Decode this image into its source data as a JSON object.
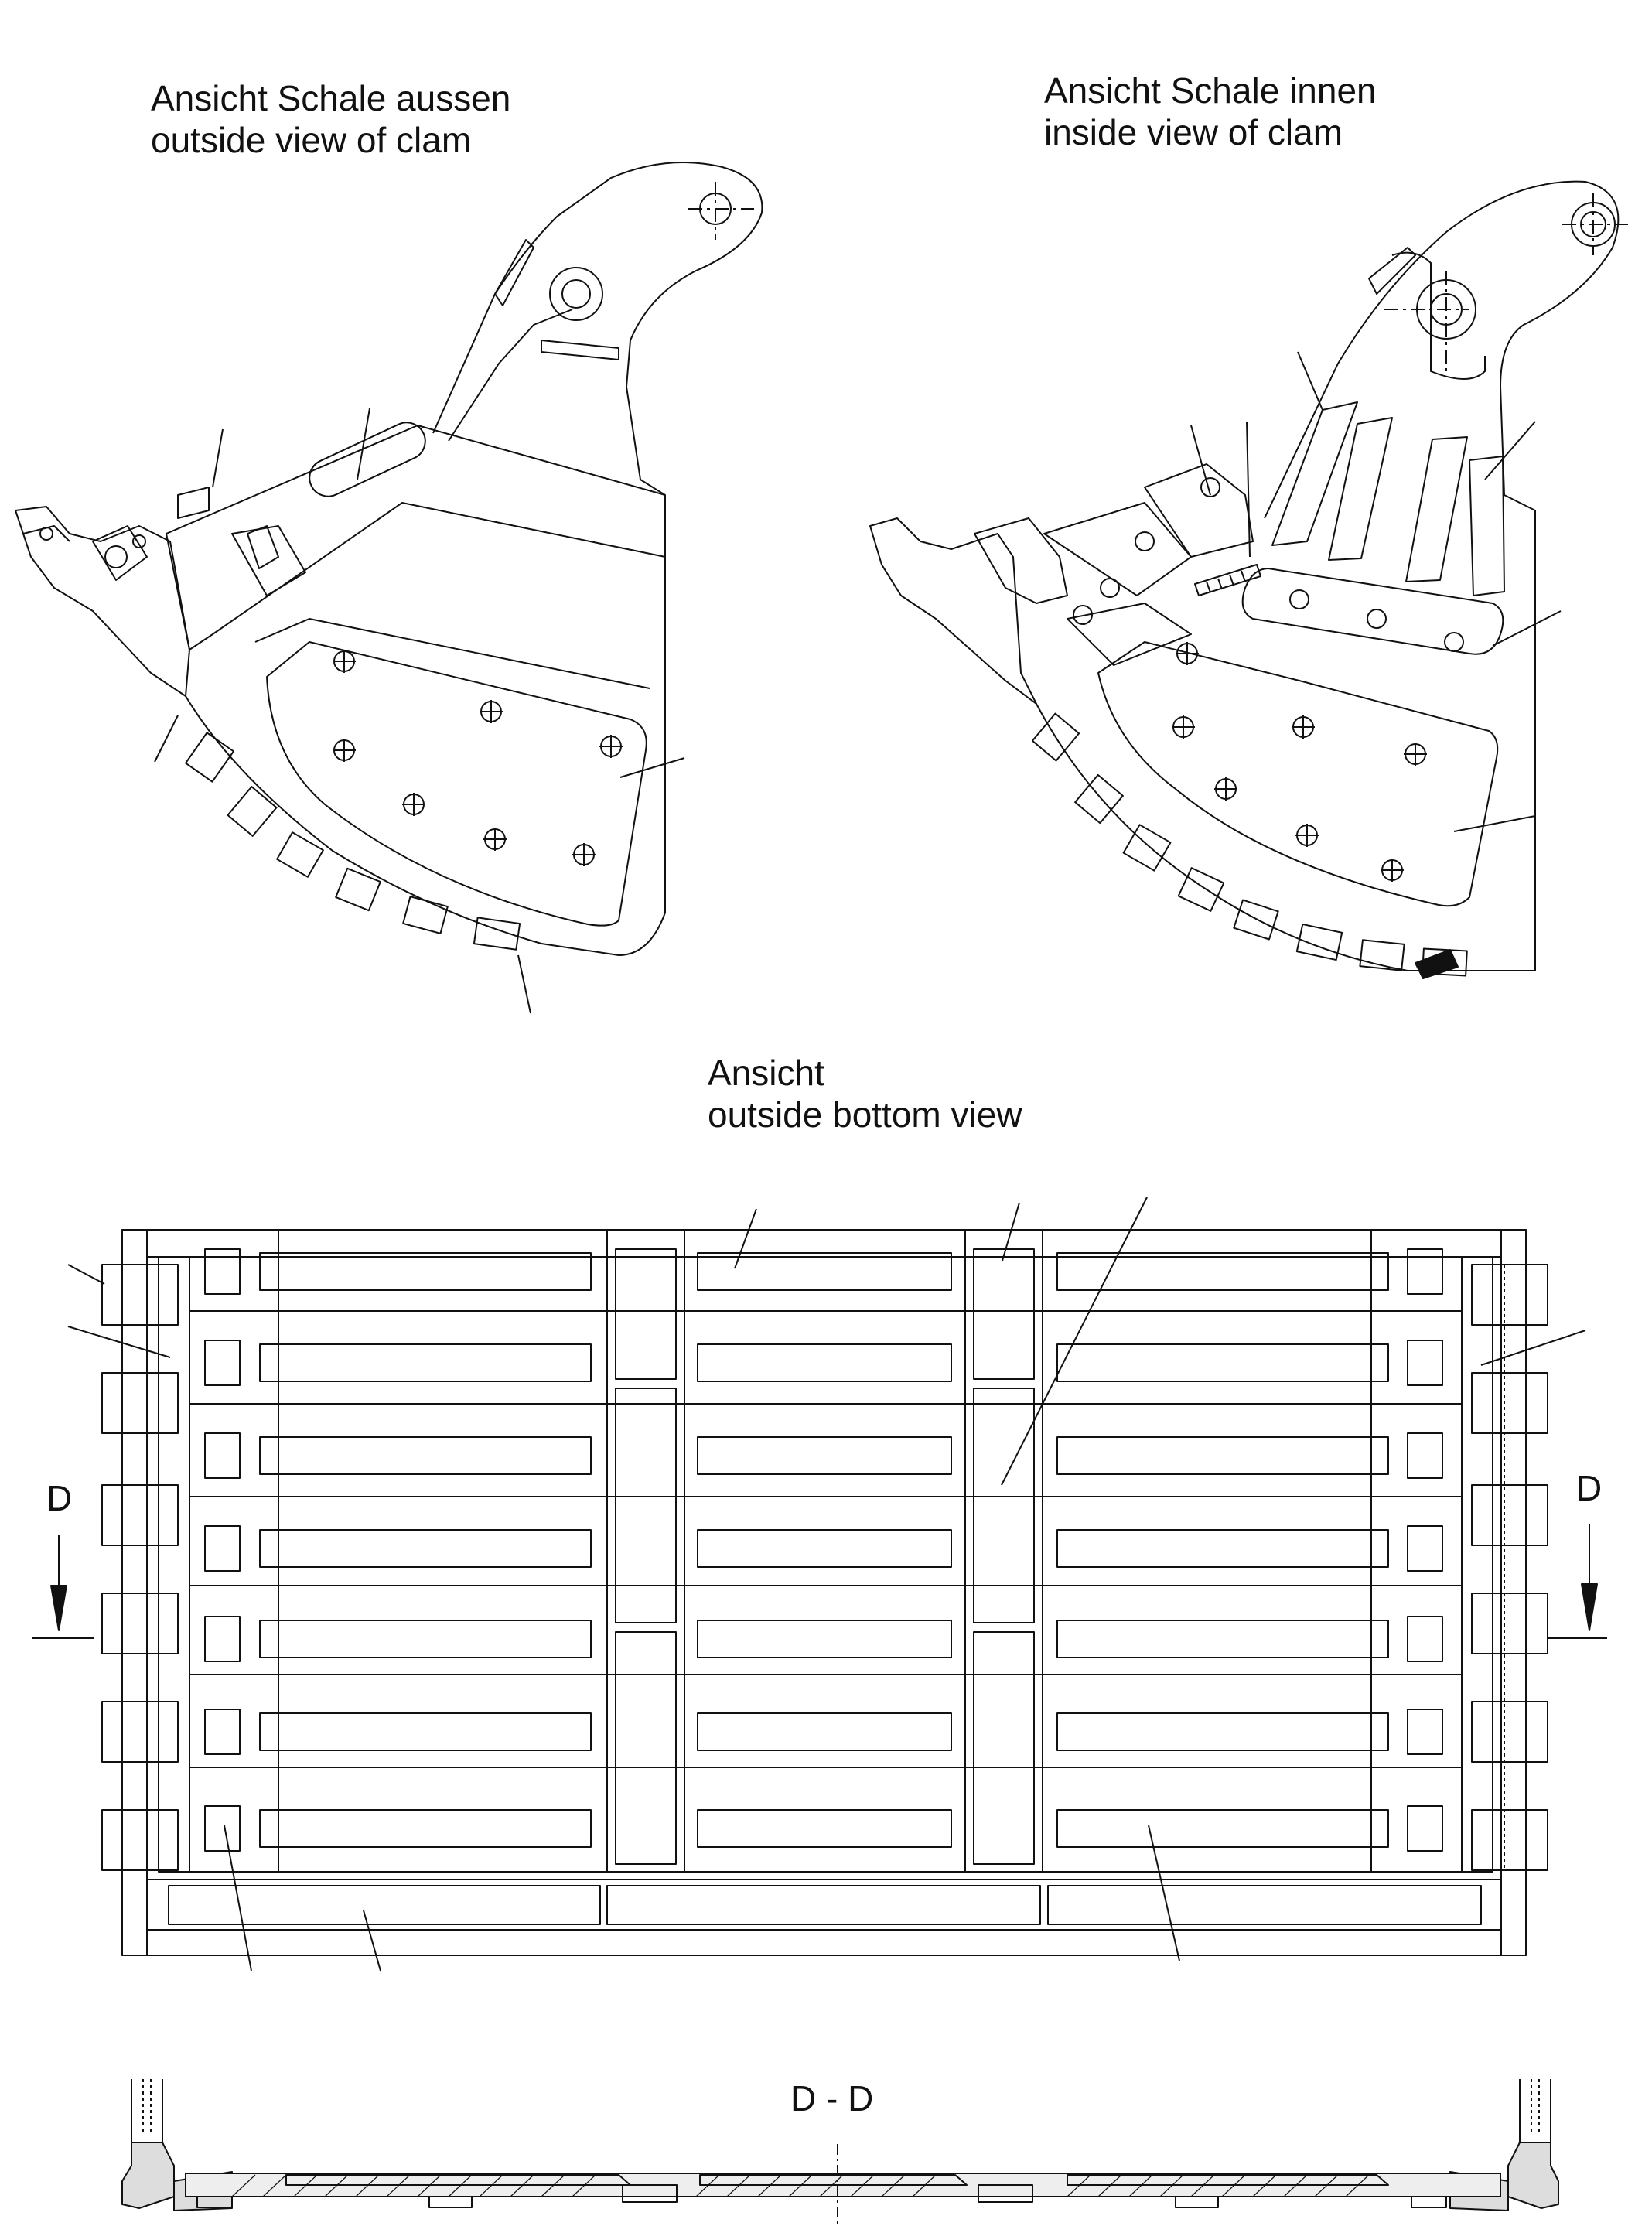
{
  "views": {
    "outside_clam": {
      "line1": "Ansicht Schale aussen",
      "line2": "outside view of clam"
    },
    "inside_clam": {
      "line1": "Ansicht Schale innen",
      "line2": "inside view of clam"
    },
    "bottom": {
      "line1": "Ansicht",
      "line2": "outside bottom view"
    }
  },
  "section": {
    "left_marker": "D",
    "right_marker": "D",
    "title": "D - D"
  }
}
